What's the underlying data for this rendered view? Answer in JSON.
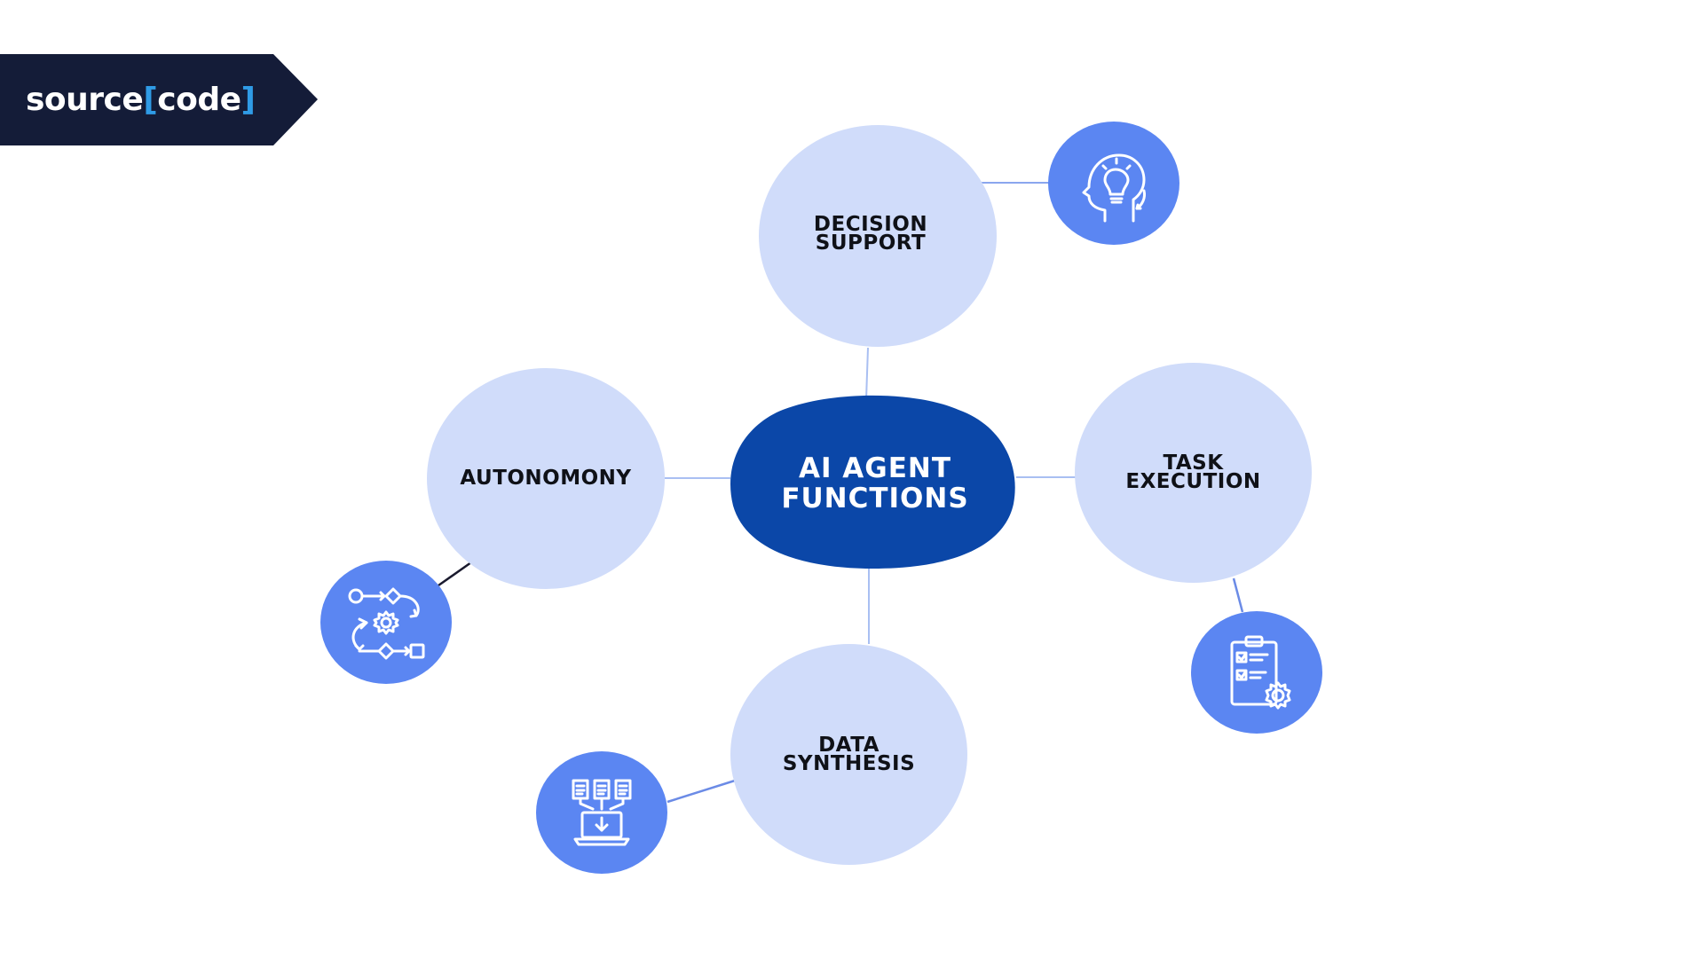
{
  "logo": {
    "word1": "source",
    "bracket_open": "[",
    "word2": "code",
    "bracket_close": "]"
  },
  "center": {
    "label": "AI AGENT\nFUNCTIONS"
  },
  "nodes": [
    {
      "label": "DECISION\nSUPPORT",
      "icon": "head-lightbulb-icon"
    },
    {
      "label": "TASK\nEXECUTION",
      "icon": "clipboard-gear-icon"
    },
    {
      "label": "DATA\nSYNTHESIS",
      "icon": "documents-laptop-download-icon"
    },
    {
      "label": "AUTONOMONY",
      "icon": "workflow-gear-icon"
    }
  ],
  "colors": {
    "logo_bg": "#141c38",
    "logo_bracket": "#2f9be6",
    "center_blob": "#0b47a8",
    "bubble": "#d0dcfa",
    "icon_circle": "#5b86f2",
    "connector": "#a9bff2"
  }
}
